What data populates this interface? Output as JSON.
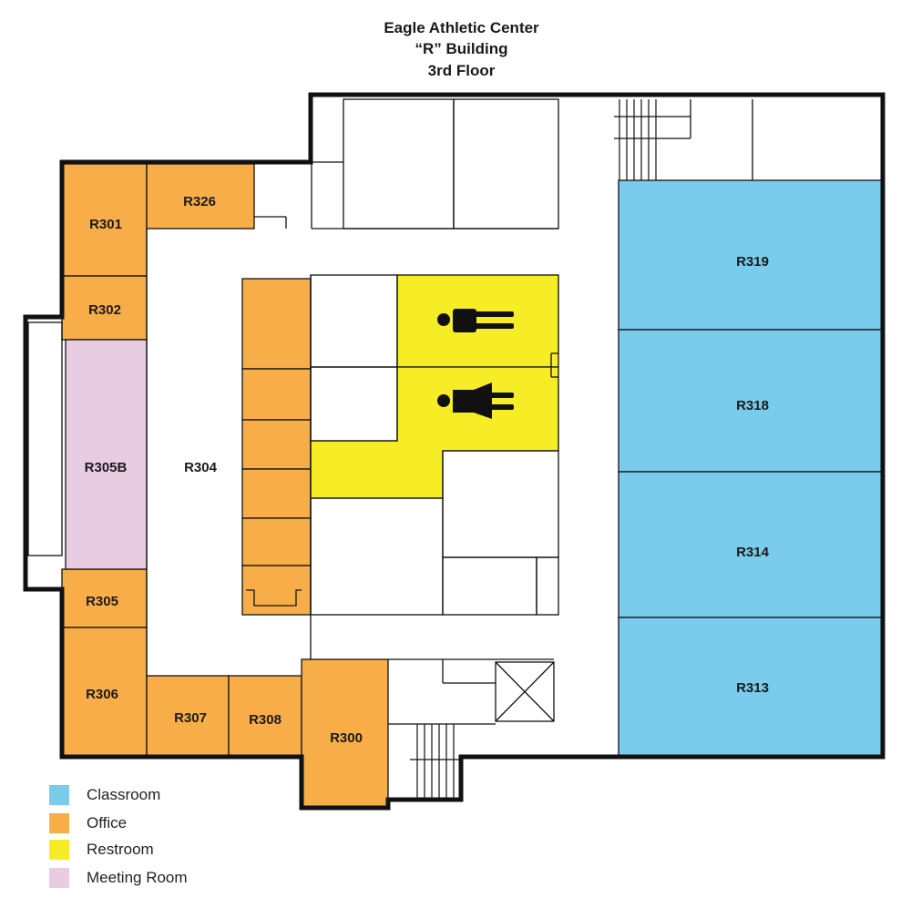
{
  "title": {
    "line1": "Eagle Athletic Center",
    "line2": "“R” Building",
    "line3": "3rd Floor"
  },
  "colors": {
    "classroom": "#7accec",
    "office": "#f8ae48",
    "restroom": "#f6ed27",
    "meeting": "#e7cce2",
    "wall": "#111111"
  },
  "rooms": {
    "r301": "R301",
    "r326": "R326",
    "r302": "R302",
    "r305b": "R305B",
    "r304": "R304",
    "r305": "R305",
    "r306": "R306",
    "r307": "R307",
    "r308": "R308",
    "r300": "R300",
    "r319": "R319",
    "r318": "R318",
    "r314": "R314",
    "r313": "R313"
  },
  "icons": {
    "men_restroom": "man-restroom-icon",
    "women_restroom": "woman-restroom-icon",
    "elevator": "elevator-icon",
    "stairs": "stairs-icon"
  },
  "legend": [
    {
      "label": "Classroom",
      "color": "#7accec"
    },
    {
      "label": "Office",
      "color": "#f8ae48"
    },
    {
      "label": "Restroom",
      "color": "#f6ed27"
    },
    {
      "label": "Meeting Room",
      "color": "#e7cce2"
    }
  ]
}
